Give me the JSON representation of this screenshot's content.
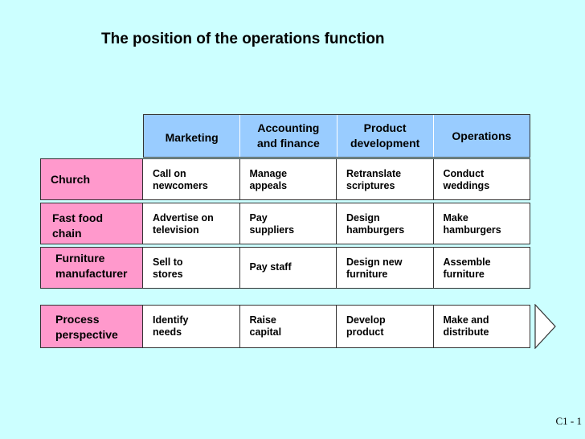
{
  "title": "The position of the operations function",
  "columns": [
    "Marketing",
    "Accounting\nand finance",
    "Product\ndevelopment",
    "Operations"
  ],
  "rows": [
    {
      "label": "Church",
      "cells": [
        "Call on\nnewcomers",
        "Manage\nappeals",
        "Retranslate\nscriptures",
        "Conduct\nweddings"
      ]
    },
    {
      "label": "Fast food\nchain",
      "cells": [
        "Advertise on\ntelevision",
        "Pay\nsuppliers",
        "Design\nhamburgers",
        "Make\nhamburgers"
      ]
    },
    {
      "label": "Furniture\nmanufacturer",
      "cells": [
        "Sell to\nstores",
        "Pay staff",
        "Design new\nfurniture",
        "Assemble\nfurniture"
      ]
    }
  ],
  "process": {
    "label": "Process\nperspective",
    "cells": [
      "Identify\nneeds",
      "Raise\ncapital",
      "Develop\nproduct",
      "Make and\ndistribute"
    ]
  },
  "footer": "C1 - 1",
  "colors": {
    "background": "#ccffff",
    "header": "#99ccff",
    "row_label": "#ff99cc"
  },
  "arrow_icon": "right-triangle-arrow"
}
